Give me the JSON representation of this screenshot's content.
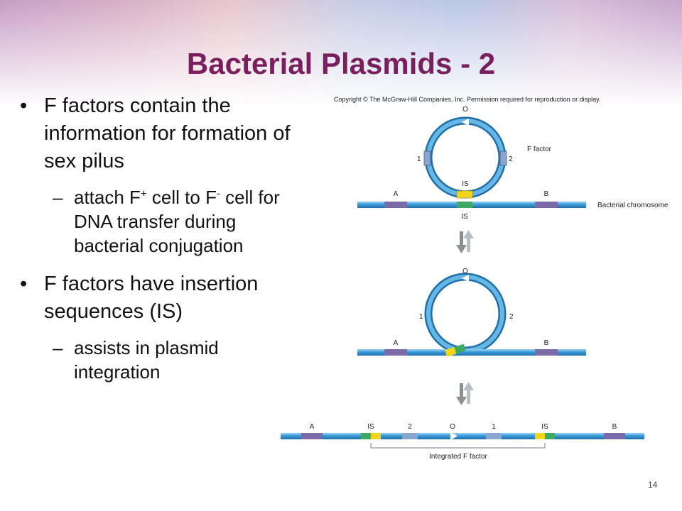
{
  "slide": {
    "title": "Bacterial Plasmids - 2",
    "bullets": {
      "b1_text": "F factors contain the information for formation of sex pilus",
      "sub1_a": "attach F",
      "sub1_sup1": "+",
      "sub1_b": " cell to F",
      "sub1_sup2": "-",
      "sub1_c": " cell for DNA transfer during bacterial conjugation",
      "b2_text": "F factors have insertion sequences (IS)",
      "sub2_text": "assists in plasmid integration"
    },
    "page_number": "14"
  },
  "figure": {
    "copyright": "Copyright © The McGraw-Hill Companies, Inc. Permission required for reproduction or display.",
    "labels": {
      "o": "O",
      "one": "1",
      "two": "2",
      "f_factor": "F factor",
      "is": "IS",
      "a": "A",
      "b": "B",
      "bacterial_chromosome": "Bacterial chromosome",
      "integrated_f_factor": "Integrated F factor"
    },
    "colors": {
      "dna_blue": "#3a9ad9",
      "segment_purple": "#7b6aa8",
      "is_yellow": "#f2d51d",
      "is_green": "#3faa63",
      "gene_blue": "#8aa6cf",
      "arrow_gray": "#8a8f94",
      "title_color": "#7a1f5e"
    }
  }
}
